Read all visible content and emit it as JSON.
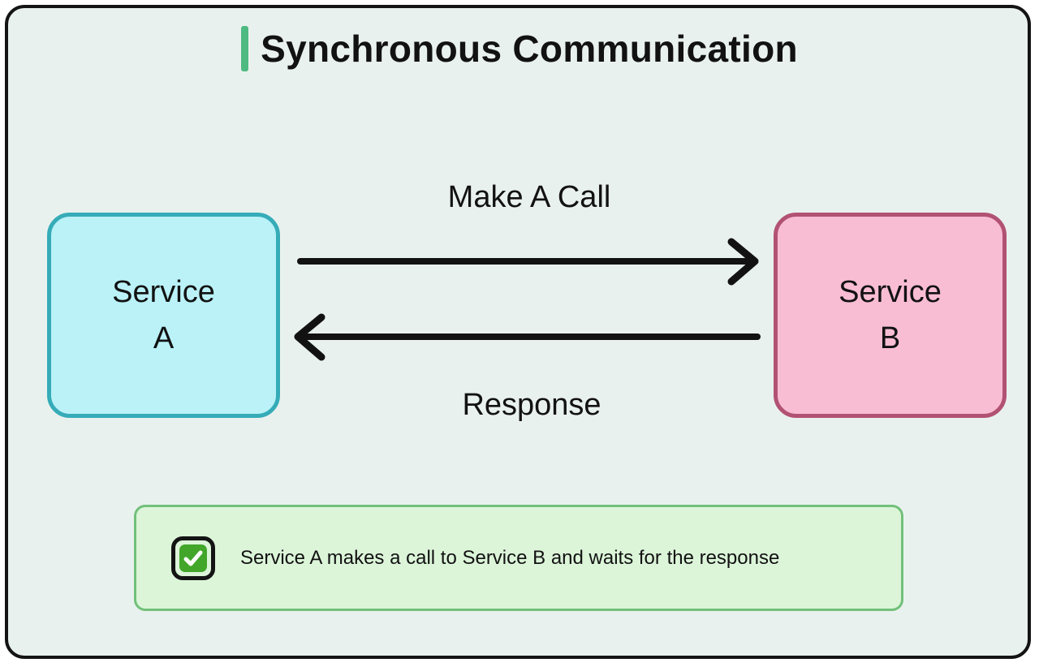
{
  "title": {
    "text": "Synchronous Communication"
  },
  "diagram": {
    "service_a": {
      "line1": "Service",
      "line2": "A"
    },
    "service_b": {
      "line1": "Service",
      "line2": "B"
    },
    "request_arrow": {
      "label": "Make A Call",
      "direction": "left-to-right"
    },
    "response_arrow": {
      "label": "Response",
      "direction": "right-to-left"
    }
  },
  "note": {
    "icon": "check-icon",
    "text": "Service A makes a call to Service B and waits for the response"
  },
  "colors": {
    "canvas_background": "#e9f1ee",
    "frame_border": "#141414",
    "title_accent_green": "#4dba81",
    "service_a_fill": "#baf2f8",
    "service_a_border": "#35acb8",
    "service_b_fill": "#f9bdd3",
    "service_b_border": "#b25273",
    "note_fill": "#dcf5d9",
    "note_border": "#72c07a",
    "check_green": "#41a62a",
    "arrow_black": "#121212"
  }
}
